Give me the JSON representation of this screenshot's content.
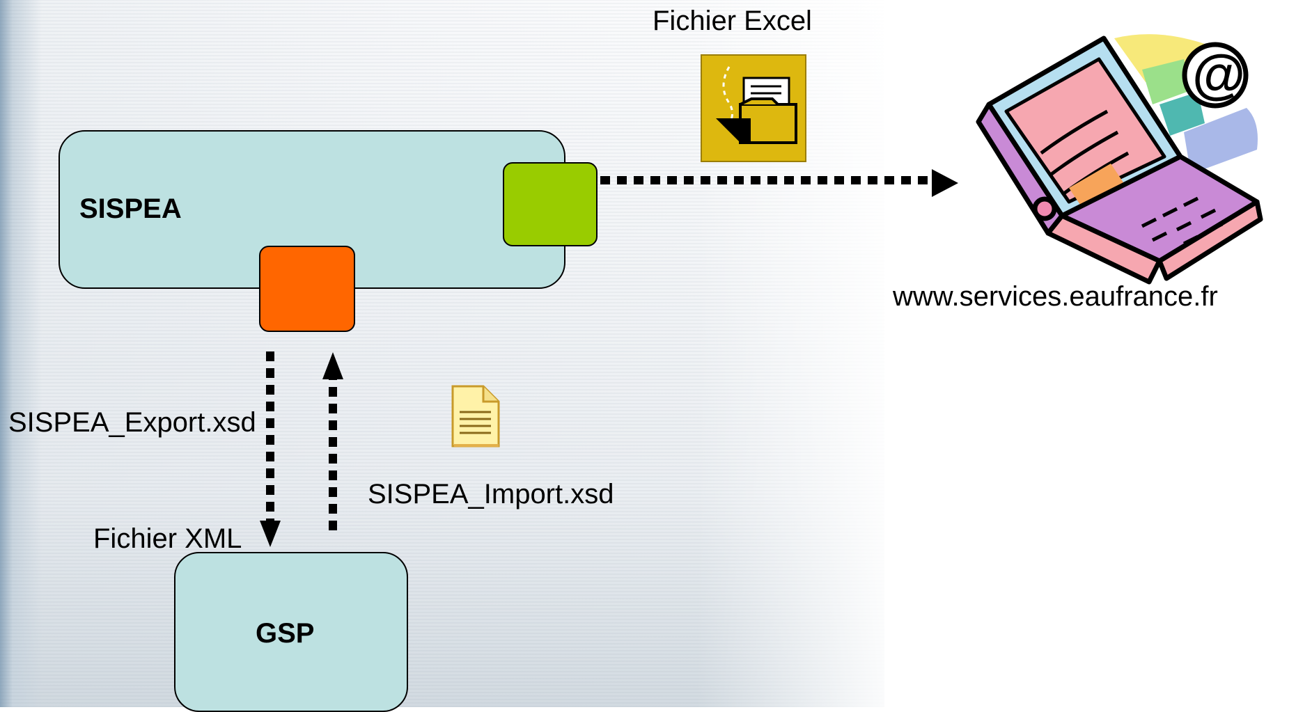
{
  "labels": {
    "fichier_excel": "Fichier Excel",
    "sispea": "SISPEA",
    "website": "www.services.eaufrance.fr",
    "export_xsd": "SISPEA_Export.xsd",
    "import_xsd": "SISPEA_Import.xsd",
    "fichier_xml": "Fichier XML",
    "gsp": "GSP"
  },
  "colors": {
    "box_fill": "#bde1e1",
    "export_port": "#99cc00",
    "import_port": "#ff6600",
    "excel_icon_bg": "#ddb80f"
  },
  "icons": [
    "excel-file-icon",
    "xml-document-icon",
    "laptop-email-icon"
  ]
}
